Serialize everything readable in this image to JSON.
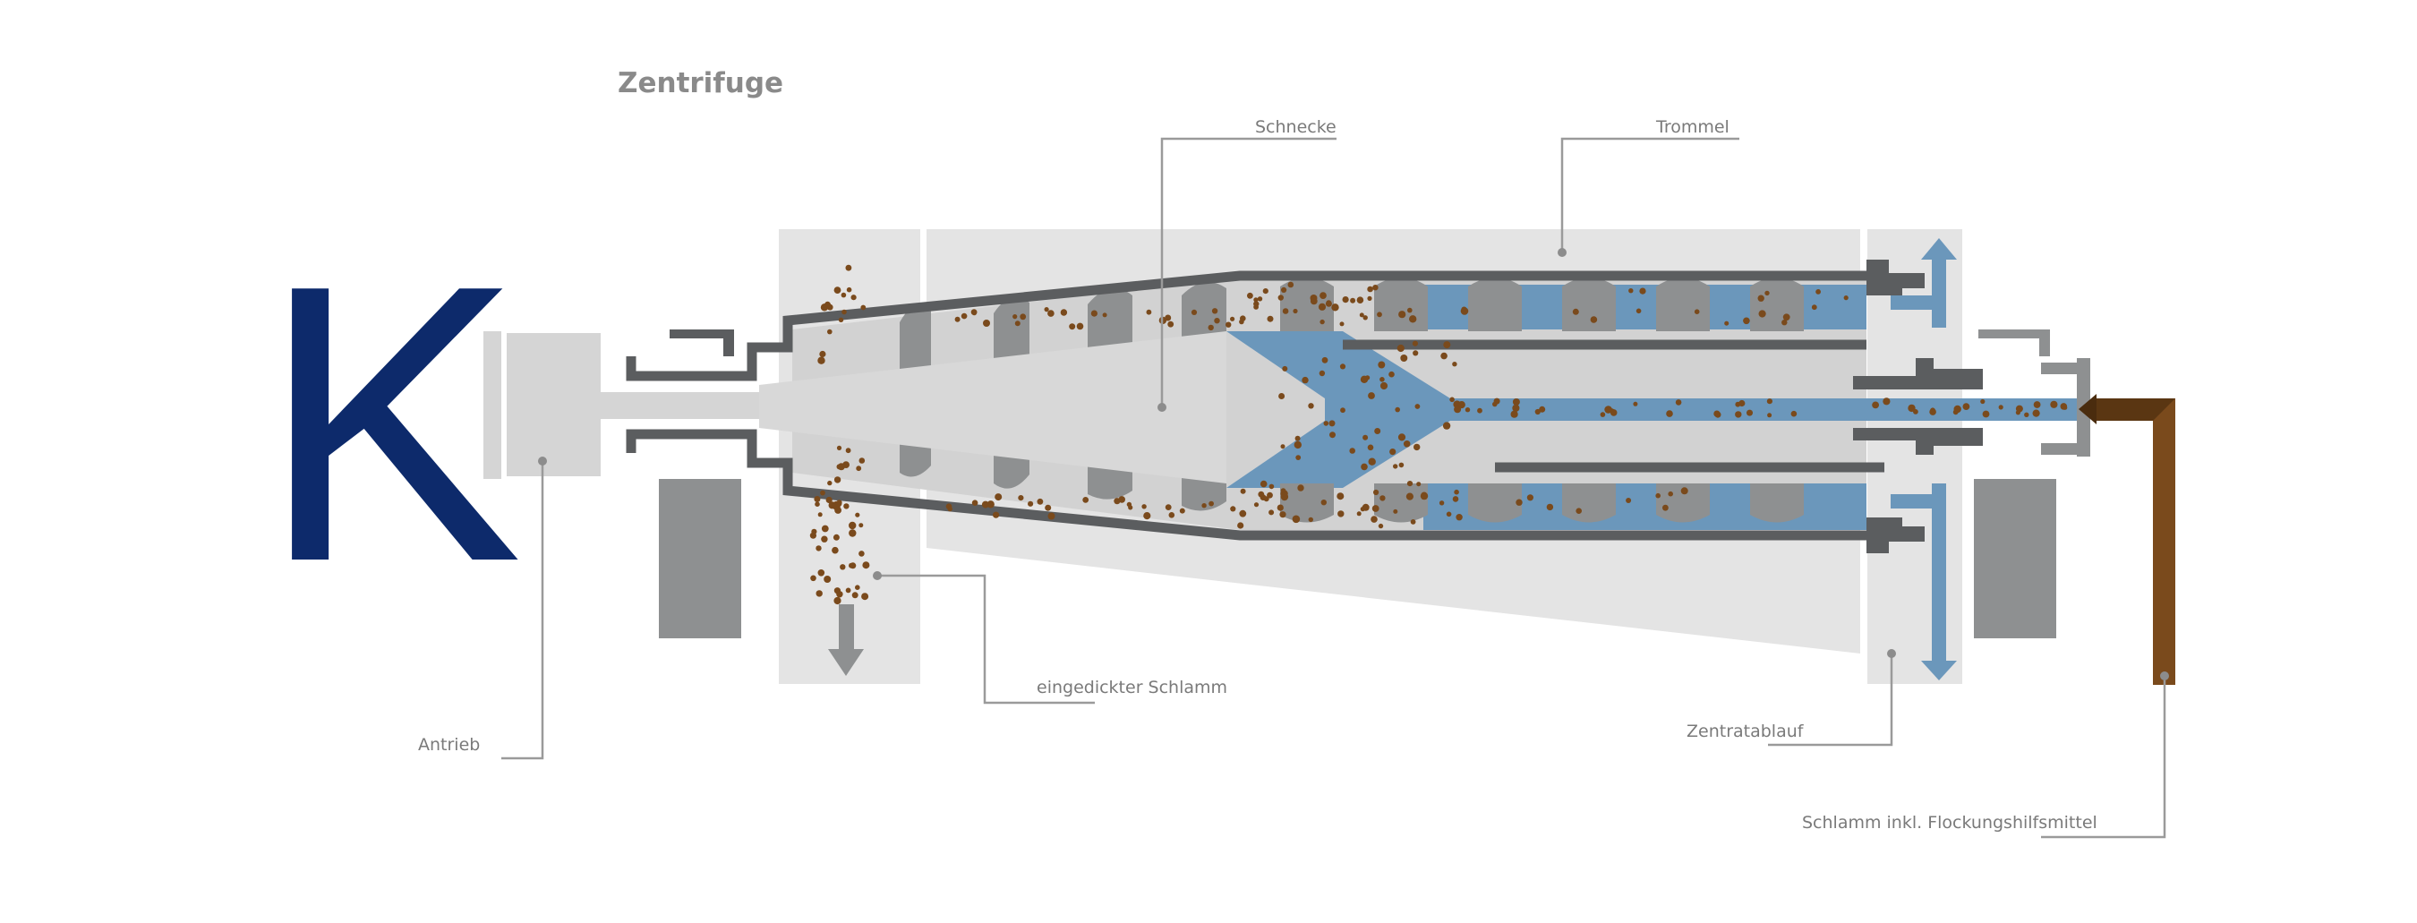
{
  "logo_letter": "K",
  "diagram": {
    "title": "Zentrifuge",
    "labels": {
      "schnecke": "Schnecke",
      "trommel": "Trommel",
      "eingedickter_schlamm": "eingedickter Schlamm",
      "antrieb": "Antrieb",
      "zentratablauf": "Zentratablauf",
      "schlamm_zulauf": "Schlamm inkl. Flockungshilfsmittel"
    }
  },
  "colors": {
    "logo_blue": "#0d2a6b",
    "housing_light": "#e4e4e4",
    "pipe_dark": "#5b5d5f",
    "screw_grey": "#8e9091",
    "water_blue": "#6b97bb",
    "sludge_brown": "#7a4a1c",
    "label_grey": "#7a7a7a"
  }
}
